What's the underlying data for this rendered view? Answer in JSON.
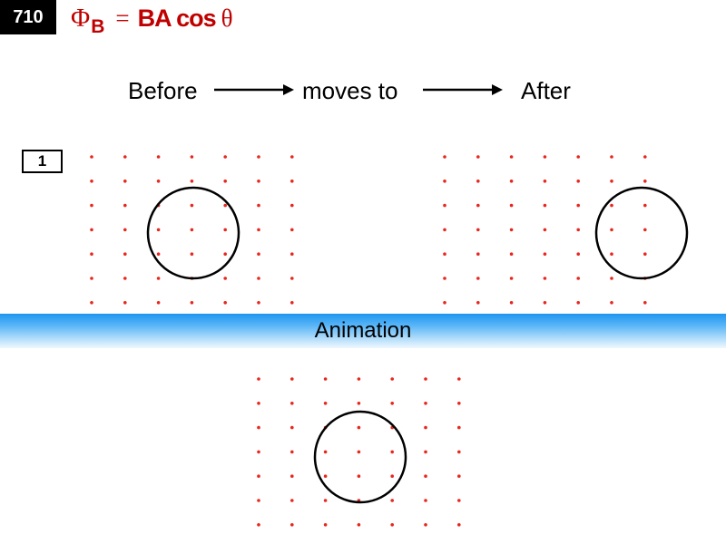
{
  "slide_number": "710",
  "formula": {
    "phi": "Φ",
    "subscript": "B",
    "equals": "=",
    "rhs": "BA cos",
    "theta": "θ"
  },
  "sequence": {
    "before_label": "Before",
    "middle_label": "moves to",
    "after_label": "After"
  },
  "panel_number": "1",
  "animation_label": "Animation",
  "colors": {
    "dot": "#e8261e",
    "formula": "#c00000",
    "loop": "#000000",
    "bar": "#1e95f0"
  },
  "field_grid": {
    "rows": 7,
    "cols": 7,
    "symbol": "out-of-page-dot"
  },
  "icons": [
    "arrow-right-icon",
    "loop-circle-icon"
  ]
}
